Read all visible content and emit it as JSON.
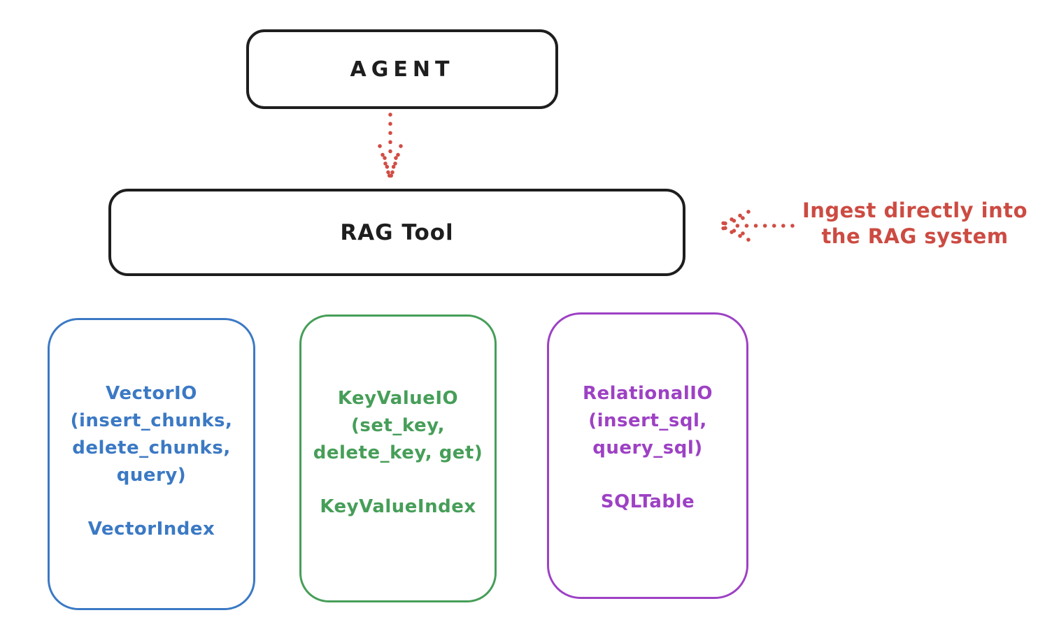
{
  "diagram": {
    "agent_box": {
      "label": "AGENT"
    },
    "rag_tool_box": {
      "label": "RAG Tool"
    },
    "annotation": {
      "line1": "Ingest directly into",
      "line2": "the RAG system"
    },
    "arrows": [
      {
        "name": "agent-to-rag-tool",
        "style": "dotted",
        "direction": "down"
      },
      {
        "name": "annotation-to-rag-tool",
        "style": "dotted",
        "direction": "left"
      }
    ],
    "io_boxes": [
      {
        "id": "vector-io",
        "lines": {
          "0": "VectorIO",
          "1": "(insert_chunks,",
          "2": "delete_chunks,",
          "3": "query)"
        },
        "footer": "VectorIndex",
        "color": "#3b79c4"
      },
      {
        "id": "keyvalue-io",
        "lines": {
          "0": "KeyValueIO",
          "1": "(set_key,",
          "2": "delete_key, get)"
        },
        "footer": "KeyValueIndex",
        "color": "#469e58"
      },
      {
        "id": "relational-io",
        "lines": {
          "0": "RelationalIO",
          "1": "(insert_sql,",
          "2": "query_sql)"
        },
        "footer": "SQLTable",
        "color": "#9d41c4"
      }
    ],
    "colors": {
      "stroke_black": "#1e1e1e",
      "arrow_red": "#d14d44",
      "annotation_red": "#cc4b42",
      "background": "#ffffff"
    }
  }
}
